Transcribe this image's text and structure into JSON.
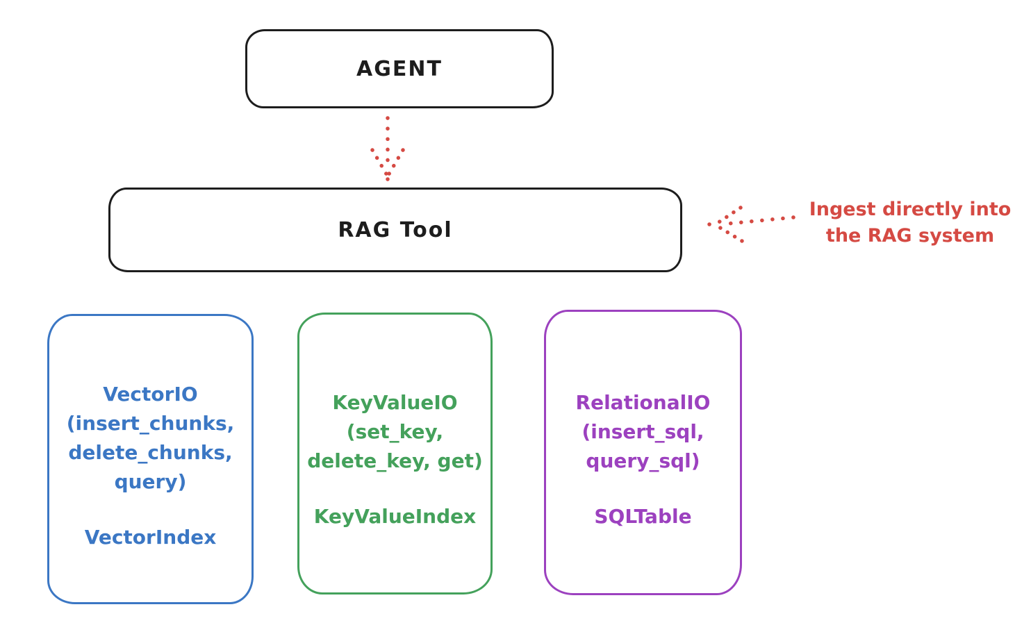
{
  "colors": {
    "ink": "#1d1d1d",
    "red": "#d54a43",
    "blue": "#3b77c4",
    "green": "#44a15b",
    "purple": "#9c41bf",
    "background": "#ffffff"
  },
  "nodes": {
    "agent": {
      "label": "AGENT"
    },
    "rag_tool": {
      "label": "RAG Tool"
    }
  },
  "annotation": {
    "line1": "Ingest directly into",
    "line2": "the RAG system"
  },
  "arrows": {
    "agent_to_rag": {
      "style": "dotted",
      "direction": "down"
    },
    "annotation_to_rag": {
      "style": "dotted",
      "direction": "left"
    }
  },
  "storage_nodes": [
    {
      "name": "vector-io",
      "lines": [
        "VectorIO",
        "(insert_chunks,",
        "delete_chunks,",
        "query)"
      ],
      "index": "VectorIndex"
    },
    {
      "name": "keyvalue-io",
      "lines": [
        "KeyValueIO",
        "(set_key,",
        "delete_key, get)"
      ],
      "index": "KeyValueIndex"
    },
    {
      "name": "relational-io",
      "lines": [
        "RelationalIO",
        "(insert_sql,",
        "query_sql)"
      ],
      "index": "SQLTable"
    }
  ]
}
